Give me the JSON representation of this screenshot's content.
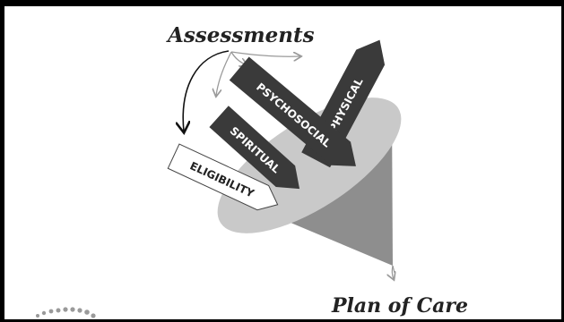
{
  "diagram": {
    "top_label": "Assessments",
    "bottom_label": "Plan of Care",
    "inputs": [
      {
        "label": "PHYSICAL",
        "style": "dark"
      },
      {
        "label": "PSYCHOSOCIAL",
        "style": "dark"
      },
      {
        "label": "SPIRITUAL",
        "style": "dark"
      },
      {
        "label": "ELIGIBILITY",
        "style": "light"
      }
    ],
    "colors": {
      "dark_arrow": "#3a3a3a",
      "light_arrow": "#ffffff",
      "funnel_rim": "#c9c9c9",
      "funnel_body": "#8e8e8e",
      "connector": "#9a9a9a"
    }
  }
}
